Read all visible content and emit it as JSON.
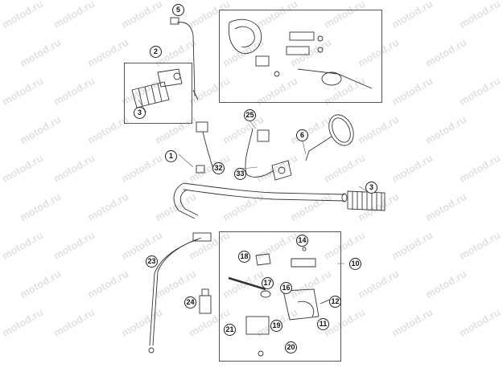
{
  "watermark": "motod.ru",
  "callouts": {
    "c1": "1",
    "c2": "2",
    "c3a": "3",
    "c3b": "3",
    "c5": "5",
    "c6": "6",
    "c10": "10",
    "c11": "11",
    "c12": "12",
    "c14": "14",
    "c16": "16",
    "c17": "17",
    "c18": "18",
    "c19": "19",
    "c20": "20",
    "c21": "21",
    "c23": "23",
    "c24": "24",
    "c25": "25",
    "c32": "32",
    "c33": "33"
  },
  "colors": {
    "line": "#333333",
    "frame": "#555555",
    "watermark": "#c9c9c9"
  }
}
